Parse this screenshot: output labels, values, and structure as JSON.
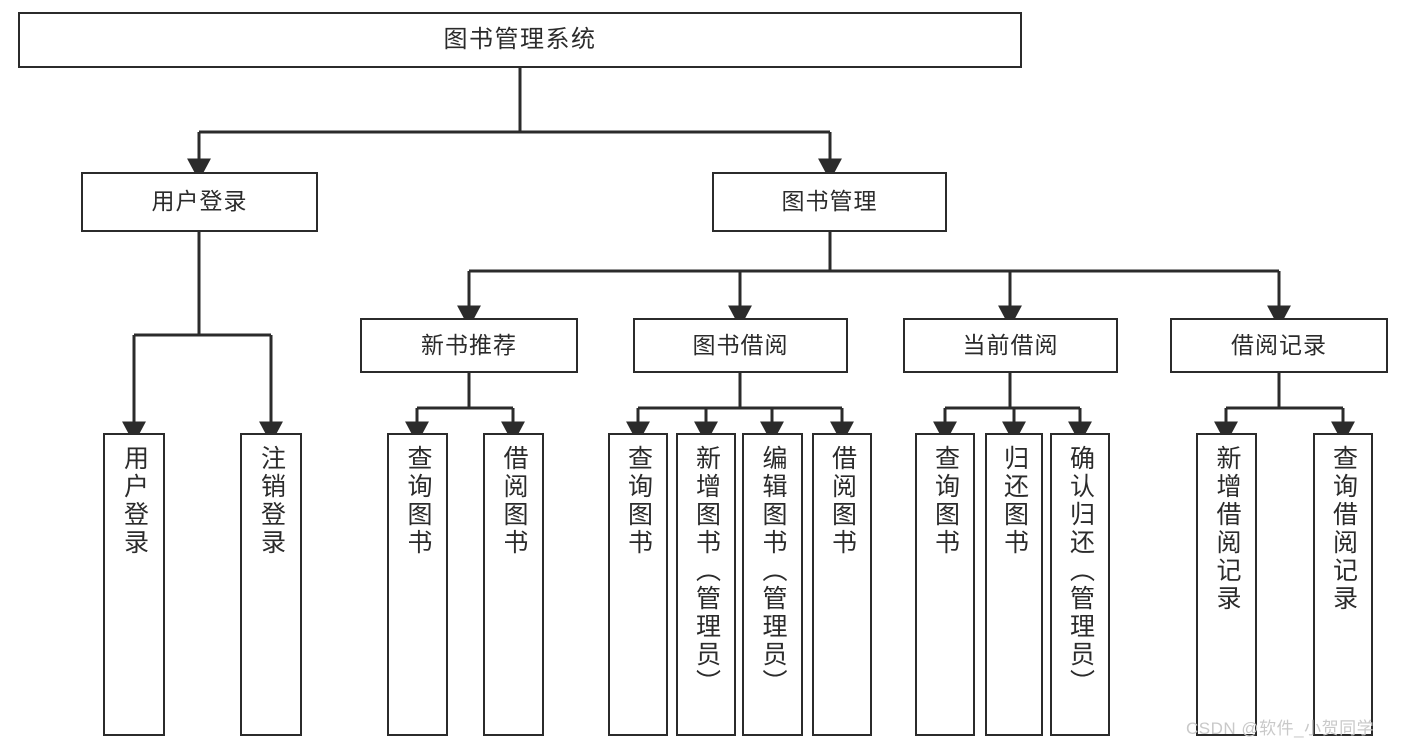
{
  "diagram": {
    "title": "图书管理系统",
    "type": "tree-hierarchy",
    "style": {
      "box_border_color": "#2b2b2b",
      "box_fill_color": "#ffffff",
      "connector_color": "#2b2b2b",
      "text_color": "#2b2b2b",
      "background_color": "#ffffff"
    },
    "root": {
      "label": "图书管理系统"
    },
    "level2": [
      {
        "label": "用户登录"
      },
      {
        "label": "图书管理"
      }
    ],
    "level3": [
      {
        "label": "新书推荐"
      },
      {
        "label": "图书借阅"
      },
      {
        "label": "当前借阅"
      },
      {
        "label": "借阅记录"
      }
    ],
    "leaves": {
      "user_login": [
        {
          "label": "用户登录"
        },
        {
          "label": "注销登录"
        }
      ],
      "new_book_recommend": [
        {
          "label": "查询图书"
        },
        {
          "label": "借阅图书"
        }
      ],
      "book_borrow": [
        {
          "label": "查询图书"
        },
        {
          "label": "新增图书（管理员）"
        },
        {
          "label": "编辑图书（管理员）"
        },
        {
          "label": "借阅图书"
        }
      ],
      "current_borrow": [
        {
          "label": "查询图书"
        },
        {
          "label": "归还图书"
        },
        {
          "label": "确认归还（管理员）"
        }
      ],
      "borrow_record": [
        {
          "label": "新增借阅记录"
        },
        {
          "label": "查询借阅记录"
        }
      ]
    }
  },
  "watermark": {
    "text": "CSDN @软件_小贺同学"
  }
}
